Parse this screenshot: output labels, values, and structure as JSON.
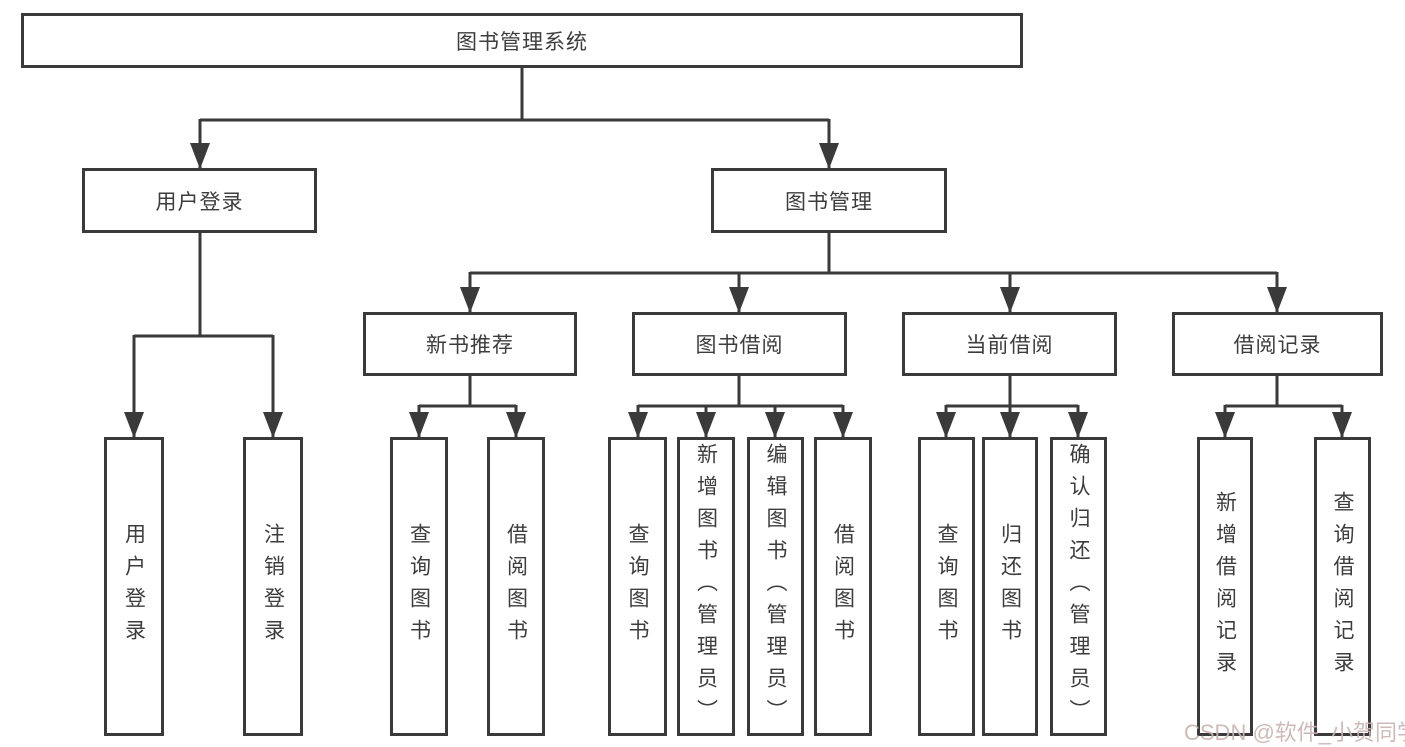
{
  "colors": {
    "line": "#3a3a3a",
    "box_border": "#3a3a3a",
    "text": "#3d3d3d",
    "background": "#ffffff",
    "watermark": "#c9b3b3"
  },
  "watermark": {
    "text": "CSDN @软件_小贺同学"
  },
  "tree": {
    "root": {
      "label": "图书管理系统"
    },
    "children": [
      {
        "label": "用户登录",
        "children": [
          "用户登录",
          "注销登录"
        ]
      },
      {
        "label": "图书管理",
        "children": [
          {
            "label": "新书推荐",
            "children": [
              "查询图书",
              "借阅图书"
            ]
          },
          {
            "label": "图书借阅",
            "children": [
              "查询图书",
              "新增图书（管理员）",
              "编辑图书（管理员）",
              "借阅图书"
            ]
          },
          {
            "label": "当前借阅",
            "children": [
              "查询图书",
              "归还图书",
              "确认归还（管理员）"
            ]
          },
          {
            "label": "借阅记录",
            "children": [
              "新增借阅记录",
              "查询借阅记录"
            ]
          }
        ]
      }
    ]
  }
}
